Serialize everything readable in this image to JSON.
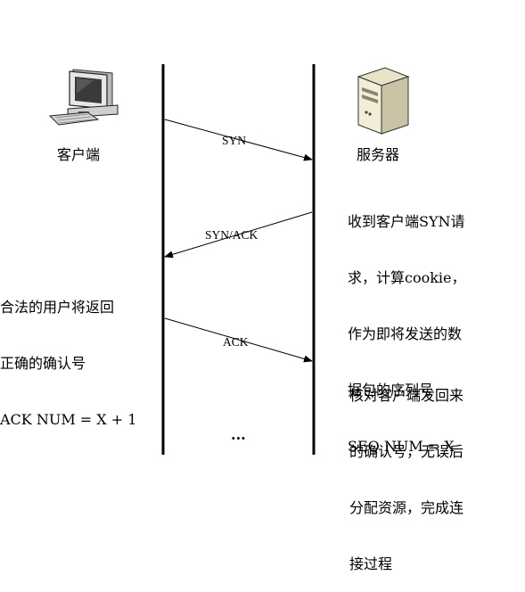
{
  "client": {
    "label": "客户端"
  },
  "server": {
    "label": "服务器"
  },
  "messages": [
    {
      "label": "SYN",
      "direction": "client-to-server"
    },
    {
      "label": "SYN/ACK",
      "direction": "server-to-client"
    },
    {
      "label": "ACK",
      "direction": "client-to-server"
    }
  ],
  "notes": {
    "server_cookie": [
      "收到客户端SYN请",
      "求，计算cookie，",
      "作为即将发送的数",
      "据包的序列号",
      "SEQ NUM = X"
    ],
    "client_ack": [
      "合法的用户将返回",
      "正确的确认号",
      "ACK NUM = X + 1"
    ],
    "server_verify": [
      "核对客户端发回来",
      "的确认号，无误后",
      "分配资源，完成连",
      "接过程"
    ]
  },
  "continuation": "..."
}
